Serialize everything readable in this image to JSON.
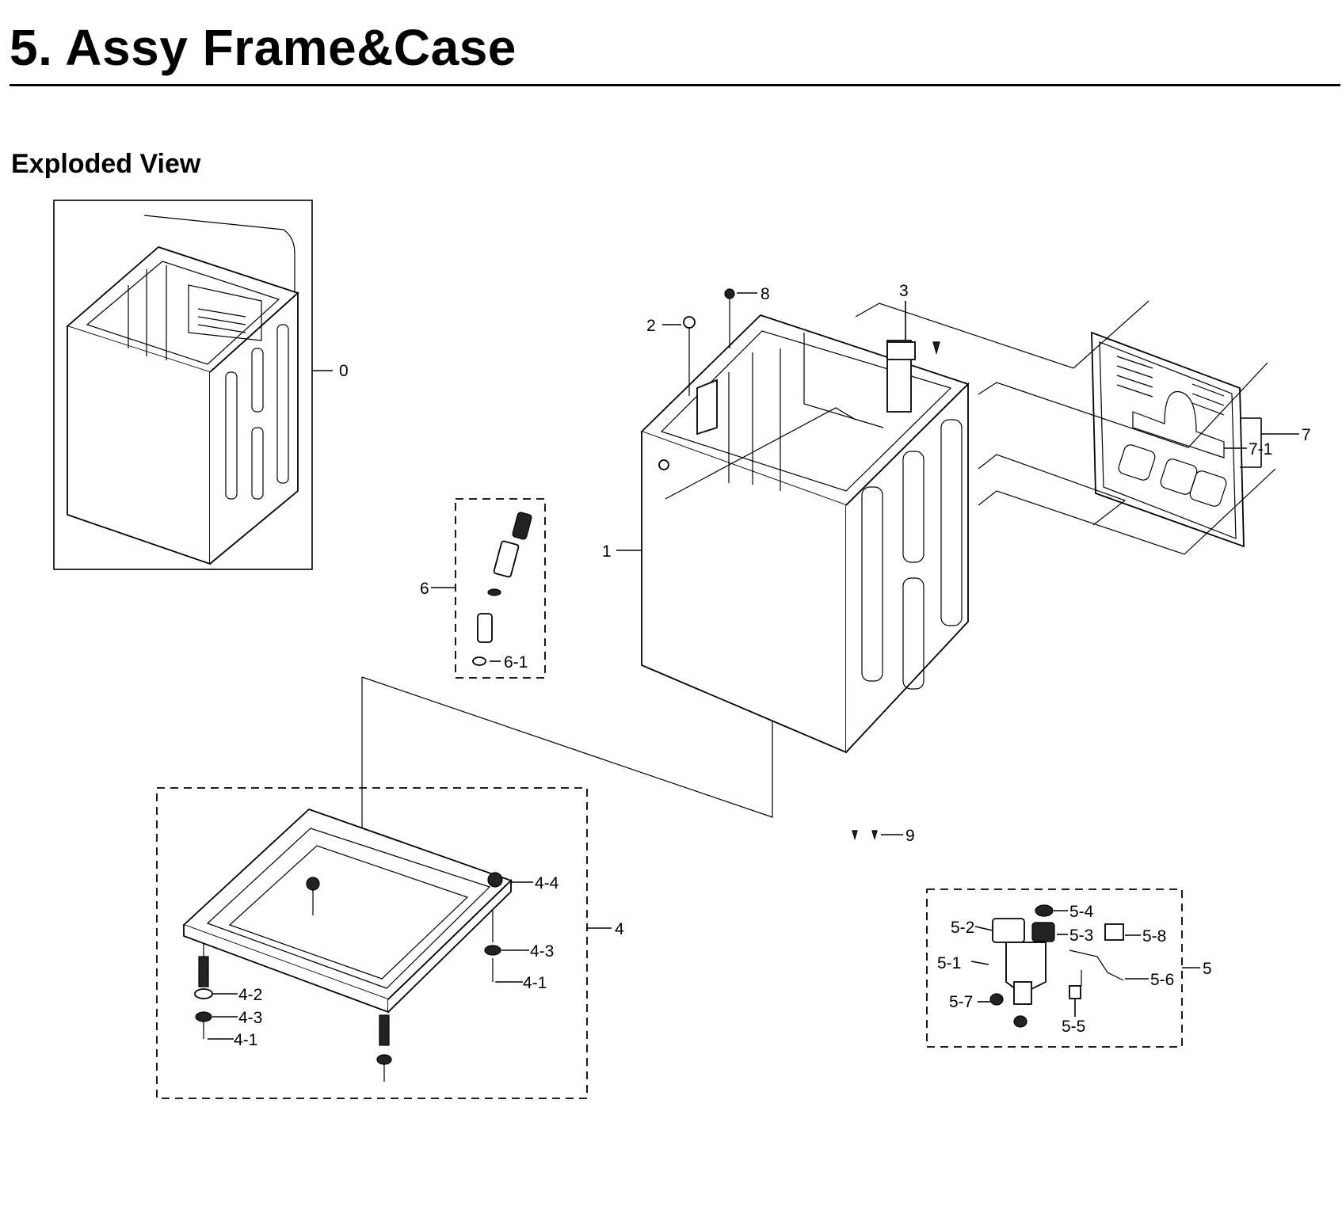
{
  "header": {
    "title": "5.  Assy Frame&Case",
    "subtitle": "Exploded View"
  },
  "callouts": {
    "c0": "0",
    "c1": "1",
    "c2": "2",
    "c3": "3",
    "c4": "4",
    "c4_1a": "4-1",
    "c4_1b": "4-1",
    "c4_2": "4-2",
    "c4_3a": "4-3",
    "c4_3b": "4-3",
    "c4_4": "4-4",
    "c5": "5",
    "c5_1": "5-1",
    "c5_2": "5-2",
    "c5_3": "5-3",
    "c5_4": "5-4",
    "c5_5": "5-5",
    "c5_6": "5-6",
    "c5_7": "5-7",
    "c5_8": "5-8",
    "c6": "6",
    "c6_1": "6-1",
    "c7": "7",
    "c7_1": "7-1",
    "c8": "8",
    "c9": "9"
  },
  "colors": {
    "ink": "#000000",
    "paper": "#ffffff"
  }
}
